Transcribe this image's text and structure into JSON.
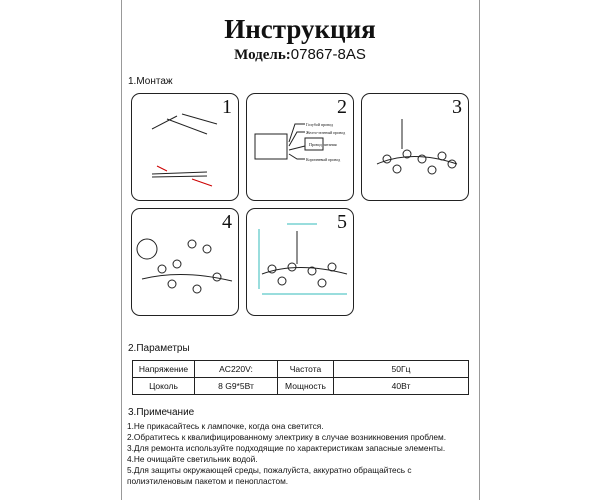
{
  "title": "Инструкция",
  "model_label": "Модель:",
  "model_value": "07867-8AS",
  "sections": {
    "mount": "1.Монтаж",
    "params": "2.Параметры",
    "notes": "3.Примечание"
  },
  "steps": [
    "1",
    "2",
    "3",
    "4",
    "5"
  ],
  "wiring_labels": [
    "Голубой провод",
    "Желто-зеленый провод",
    "Провод питания",
    "Коричневый провод"
  ],
  "params_table": [
    [
      "Напряжение",
      "AC220V:",
      "Частота",
      "50Гц"
    ],
    [
      "Цоколь",
      "8 G9*5Вт",
      "Мощность",
      "40Вт"
    ]
  ],
  "notes": [
    "1.Не прикасайтесь к лампочке, когда она светится.",
    "2.Обратитесь к квалифицированному электрику в случае возникновения проблем.",
    "3.Для ремонта используйте подходящие по характеристикам запасные элементы.",
    "4.Не очищайте светильник водой.",
    "5.Для защиты окружающей среды, пожалуйста, аккуратно обращайтесь с полиэтиленовым пакетом и пенопластом."
  ]
}
